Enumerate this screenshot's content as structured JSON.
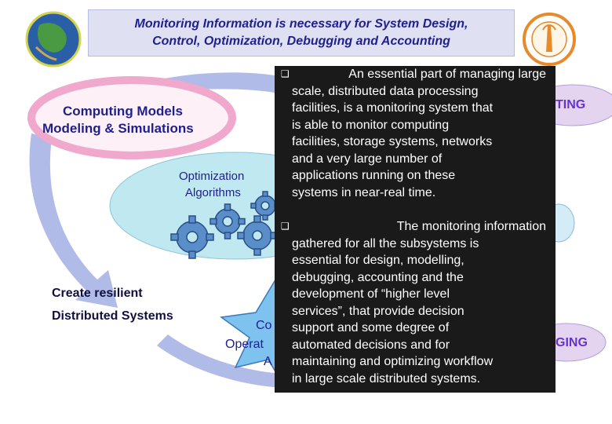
{
  "title": {
    "line1": "Monitoring Information is necessary for System Design,",
    "line2": "Control, Optimization, Debugging and Accounting"
  },
  "labels": {
    "computing_models_1": "Computing Models",
    "computing_models_2": "Modeling & Simulations",
    "optimization_1": "Optimization",
    "optimization_2": "Algorithms",
    "resilient_1": "Create resilient",
    "resilient_2": "Distributed Systems"
  },
  "fragments": {
    "right_top": "TING",
    "right_bottom": "GING",
    "left_co": "Co",
    "left_operat": "Operat",
    "left_a": "A"
  },
  "panel": {
    "bullet1": [
      "An essential part of managing large",
      "scale, distributed data processing",
      "facilities, is a monitoring system that",
      "is able to monitor computing",
      "facilities, storage systems, networks",
      "and a very large number of",
      "applications running on these",
      "systems in near-real time."
    ],
    "bullet2": [
      "The monitoring information",
      "gathered for all the subsystems is",
      "essential for design, modelling,",
      "debugging, accounting and the",
      "development of “higher level",
      "services”, that provide decision",
      "support and some degree of",
      "automated decisions and for",
      "maintaining and optimizing workflow",
      "in large scale distributed systems."
    ]
  },
  "colors": {
    "title_text": "#1f1f8f",
    "label_text": "#1f1f8f",
    "resilient_text": "#101040",
    "ellipse_fill": "#bfe8f0",
    "ring_pink": "#f0a8cc",
    "star_fill": "#7ec2f0",
    "arrow_fill": "#a8b4e4",
    "gear_fill": "#5a8ec8",
    "purple_text": "#6633cc"
  },
  "icons": {
    "globe": "globe-icon",
    "seal": "caltech-seal-icon",
    "gears": "gears-icon"
  }
}
